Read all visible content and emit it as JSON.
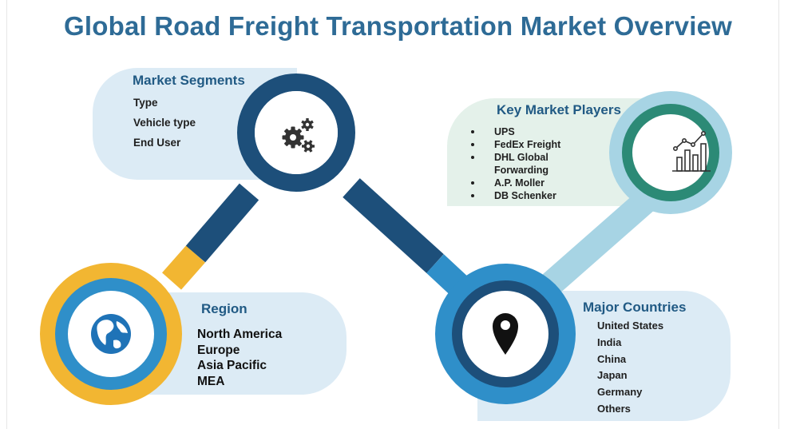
{
  "title": "Global Road Freight Transportation Market Overview",
  "colors": {
    "title": "#2e6b96",
    "dark_blue": "#1d4f7a",
    "mid_blue": "#2f8fc9",
    "light_blue": "#a7d4e4",
    "teal": "#2c8a76",
    "yellow": "#f2b632",
    "panel_light": "#dcebf5",
    "panel_teal": "#e4f1ea"
  },
  "segments": {
    "heading": "Market Segments",
    "items": [
      "Type",
      "Vehicle type",
      "End User"
    ],
    "icon": "gears-icon"
  },
  "players": {
    "heading": "Key Market Players",
    "items": [
      "UPS",
      "FedEx Freight",
      "DHL Global\nForwarding",
      "A.P. Moller",
      "DB Schenker"
    ],
    "icon": "growth-chart-icon"
  },
  "region": {
    "heading": "Region",
    "items": [
      "North America",
      "Europe",
      "Asia Pacific",
      "MEA"
    ],
    "icon": "globe-icon"
  },
  "countries": {
    "heading": "Major Countries",
    "items": [
      "United States",
      "India",
      "China",
      "Japan",
      "Germany",
      "Others"
    ],
    "icon": "map-pin-icon"
  }
}
